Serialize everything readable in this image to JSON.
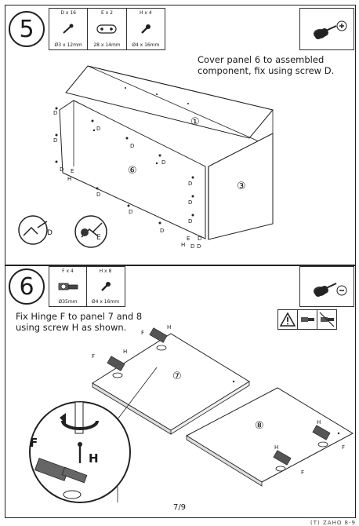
{
  "step5": {
    "number": "5",
    "parts": [
      {
        "qty": "D x 16",
        "size": "Ø3 x 12mm",
        "icon": "screw-icon"
      },
      {
        "qty": "E x 2",
        "size": "28 x 14mm",
        "icon": "cam-plate-icon"
      },
      {
        "qty": "H x 4",
        "size": "Ø4 x 16mm",
        "icon": "screw-icon"
      }
    ],
    "tool": "screwdriver-icon",
    "instruction_line1": "Cover panel 6 to assembled",
    "instruction_line2": "component, fix using screw D.",
    "panels": {
      "p1": "①",
      "p6": "⑥",
      "p3": "③"
    },
    "callouts": {
      "d": "D",
      "e": "E",
      "h": "H"
    }
  },
  "step6": {
    "number": "6",
    "parts": [
      {
        "qty": "F x 4",
        "size": "Ø35mm",
        "icon": "hinge-icon"
      },
      {
        "qty": "H x 8",
        "size": "Ø4 x 16mm",
        "icon": "screw-icon"
      }
    ],
    "tool": "screwdriver-icon",
    "instruction_line1": "Fix Hinge F to panel 7 and 8",
    "instruction_line2": "using screw H as shown.",
    "panels": {
      "p7": "⑦",
      "p8": "⑧"
    },
    "callouts": {
      "f": "F",
      "h": "H"
    }
  },
  "footer": {
    "page": "7/9",
    "brand": "(T) ZAHO 8-9"
  }
}
